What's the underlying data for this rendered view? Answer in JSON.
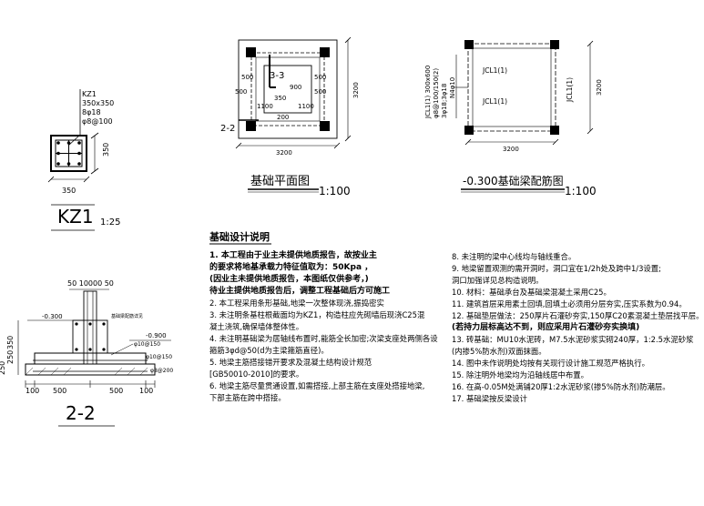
{
  "kz1": {
    "name": "KZ1",
    "size": "350x350",
    "main_bars": "8φ18",
    "stirrups": "φ8@100",
    "dim_width": "350",
    "dim_height": "350",
    "title": "KZ1",
    "scale": "1:25"
  },
  "foundation_plan": {
    "section_label_top": "3-3",
    "section_label_left": "2-2",
    "dim_500_left": "500",
    "dim_500_right": "500",
    "dim_900": "900",
    "dim_500_low_left": "500",
    "dim_500_low_right": "500",
    "dim_350": "350",
    "dim_1100_a": "1100",
    "dim_1100_b": "1100",
    "dim_200": "200",
    "dim_width": "3200",
    "dim_height": "3200",
    "title": "基础平面图",
    "scale": "1:100"
  },
  "beam_plan": {
    "beam_label_1": "JCL1(1)",
    "beam_label_2": "JCL1(1)",
    "beam_label_3": "JCL1(1)",
    "beam_spec_1": "JCL1(1) 300x600",
    "beam_spec_2": "φ8@100/150(2)",
    "beam_spec_3": "3φ18;3φ18",
    "beam_spec_4": "N4φ10",
    "dim_width": "3200",
    "dim_height": "3200",
    "title": "-0.300基础梁配筋图",
    "scale": "1:100"
  },
  "section_2_2": {
    "dim_top": "50 10000 50",
    "elev_1": "-0.300",
    "elev_2": "-0.900",
    "dim_350": "350",
    "dim_250": "250",
    "dim_250b": "250",
    "dim_100_left": "100",
    "dim_500_left": "500",
    "dim_500_right": "500",
    "dim_100_right": "100",
    "bar_1": "φ10@150",
    "bar_2": "φ10@150",
    "bar_3": "φ8@200",
    "note_label": "基础梁配筋详见",
    "title": "2-2"
  },
  "notes": {
    "heading": "基础设计说明",
    "items_left": [
      {
        "text": "1. 本工程由于业主未提供地质报告，故按业主",
        "bold": true
      },
      {
        "text": "   的要求将地基承载力特征值取为：50Kpa ，",
        "bold": true
      },
      {
        "text": "   (因业主未提供地质报告，本图纸仅供参考，)",
        "bold": true
      },
      {
        "text": "   待业主提供地质报告后，调整工程基础后方可施工",
        "bold": true
      },
      {
        "text": "2. 本工程采用条形基础,地梁一次整体现浇,振捣密实",
        "bold": false
      },
      {
        "text": "3. 未注明条基柱根截面均为KZ1，构造柱应先砌墙后现浇C25混",
        "bold": false
      },
      {
        "text": "   凝土浇筑,确保墙体整体性。",
        "bold": false
      },
      {
        "text": "4. 未注明基础梁为居轴线布置时,能筋全长加密;次梁支座处两侧各设",
        "bold": false
      },
      {
        "text": "   箍筋3φd@50(d为主梁箍筋直径)。",
        "bold": false
      },
      {
        "text": "5. 地梁主筋搭接错开要求及混凝土结构设计规范",
        "bold": false
      },
      {
        "text": "   [GB50010-2010]的要求。",
        "bold": false
      },
      {
        "text": "6. 地梁主筋尽量贯通设置,如需搭接,上部主筋在支座处搭接地梁,",
        "bold": false
      },
      {
        "text": "   下部主筋在跨中搭接。",
        "bold": false
      }
    ],
    "items_right": [
      {
        "text": "8. 未注明的梁中心线均与轴线重合。",
        "bold": false
      },
      {
        "text": "9. 地梁留置观测的需开洞时，洞口宜在1/2h处及跨中1/3设置;",
        "bold": false
      },
      {
        "text": "   洞口加强详见总构造说明。",
        "bold": false
      },
      {
        "text": "10. 材料：基础承台及基础梁混凝土采用C25。",
        "bold": false
      },
      {
        "text": "11. 建筑首层采用素土回填,回填土必须用分层夯实,压实系数为0.94。",
        "bold": false
      },
      {
        "text": "12. 基础垫层做法：250厚片石灌砂夯实,150厚C20素混凝土垫层找平层。",
        "bold": false
      },
      {
        "text": "   (若持力层标高达不到，则应采用片石灌砂夯实换填)",
        "bold": true
      },
      {
        "text": "13. 砖基础：MU10水泥砖，M7.5水泥砂浆实砌240厚，1:2.5水泥砂浆",
        "bold": false
      },
      {
        "text": "   (内掺5%防水剂)双面抹面。",
        "bold": false
      },
      {
        "text": "14. 图中未作说明处均按有关现行设计施工规范严格执行。",
        "bold": false
      },
      {
        "text": "15. 除注明外地梁均为沿轴线居中布置。",
        "bold": false
      },
      {
        "text": "16. 在高-0.05M处满铺20厚1:2水泥砂浆(掺5%防水剂)防潮层。",
        "bold": false
      },
      {
        "text": "17. 基础梁按反梁设计",
        "bold": false
      }
    ]
  }
}
